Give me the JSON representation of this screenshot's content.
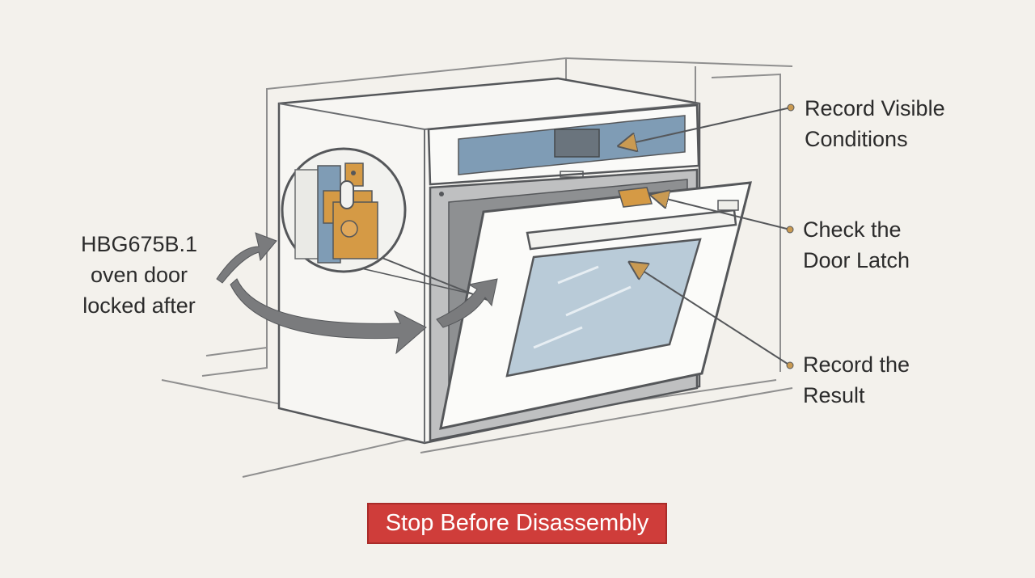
{
  "labels": {
    "problem": [
      "HBG675B.1",
      "oven door",
      "locked after"
    ],
    "record_visible": [
      "Record Visible",
      "Conditions"
    ],
    "check_latch": [
      "Check the",
      "Door Latch"
    ],
    "record_result": [
      "Record the",
      "Result"
    ]
  },
  "stop_button": "Stop Before Disassembly",
  "colors": {
    "background": "#f3f1ec",
    "outline": "#55575a",
    "panel_blue": "#7f9cb5",
    "latch_orange": "#d59a45",
    "glass": "#b9cbd8",
    "stop_red": "#cf3d3a",
    "arrow_gray": "#7a7b7d"
  }
}
